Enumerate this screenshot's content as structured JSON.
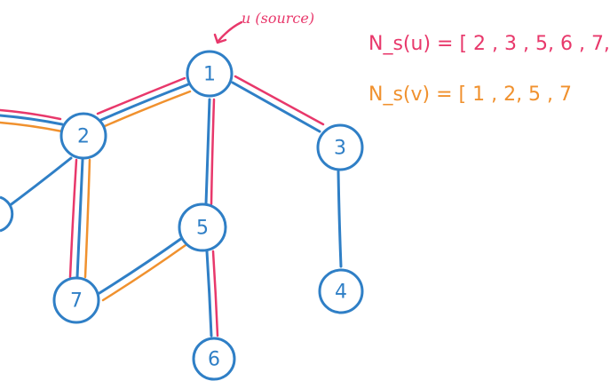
{
  "graph": {
    "nodes": [
      {
        "id": "1",
        "label": "1"
      },
      {
        "id": "2",
        "label": "2"
      },
      {
        "id": "3",
        "label": "3"
      },
      {
        "id": "4",
        "label": "4"
      },
      {
        "id": "5",
        "label": "5"
      },
      {
        "id": "6",
        "label": "6"
      },
      {
        "id": "7",
        "label": "7"
      }
    ],
    "source_annotation": "u (source)",
    "neighbor_list_u": "N_s(u) = [ 2 , 3 , 5, 6 , 7,",
    "neighbor_list_v": "N_s(v) = [ 1 , 2, 5 , 7",
    "colors": {
      "blue": "#2f7fc6",
      "red": "#e8386b",
      "orange": "#f0912e"
    }
  }
}
